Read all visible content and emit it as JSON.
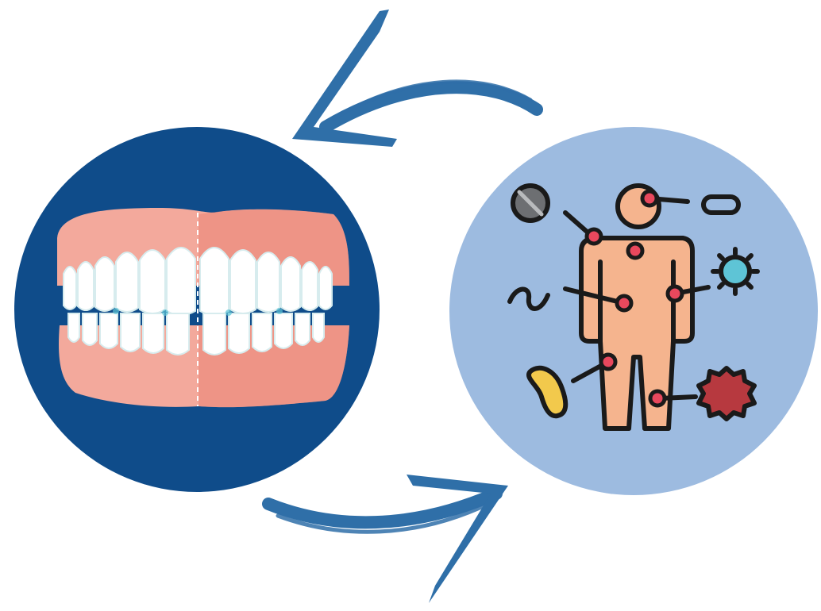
{
  "diagram": {
    "colors": {
      "arrow": "#2f6fa8",
      "teeth_circle": "#0f4c8a",
      "body_circle": "#9dbbe0",
      "gum": "#f3a99c",
      "gum_inflamed": "#e98474",
      "tooth": "#ffffff",
      "body_skin": "#f5b48e",
      "outline": "#1a1a1a",
      "marker": "#e8485d",
      "germ_gray": "#6d6f72",
      "germ_cyan": "#5ec4d6",
      "germ_yellow": "#f2c94c",
      "germ_red": "#b7393f"
    },
    "nodes": [
      {
        "id": "teeth",
        "icon": "teeth-gums-icon"
      },
      {
        "id": "body",
        "icon": "human-body-infection-icon"
      }
    ],
    "arrows": [
      {
        "from": "body",
        "to": "teeth",
        "direction": "counter-clockwise-top"
      },
      {
        "from": "teeth",
        "to": "body",
        "direction": "clockwise-bottom"
      }
    ]
  }
}
